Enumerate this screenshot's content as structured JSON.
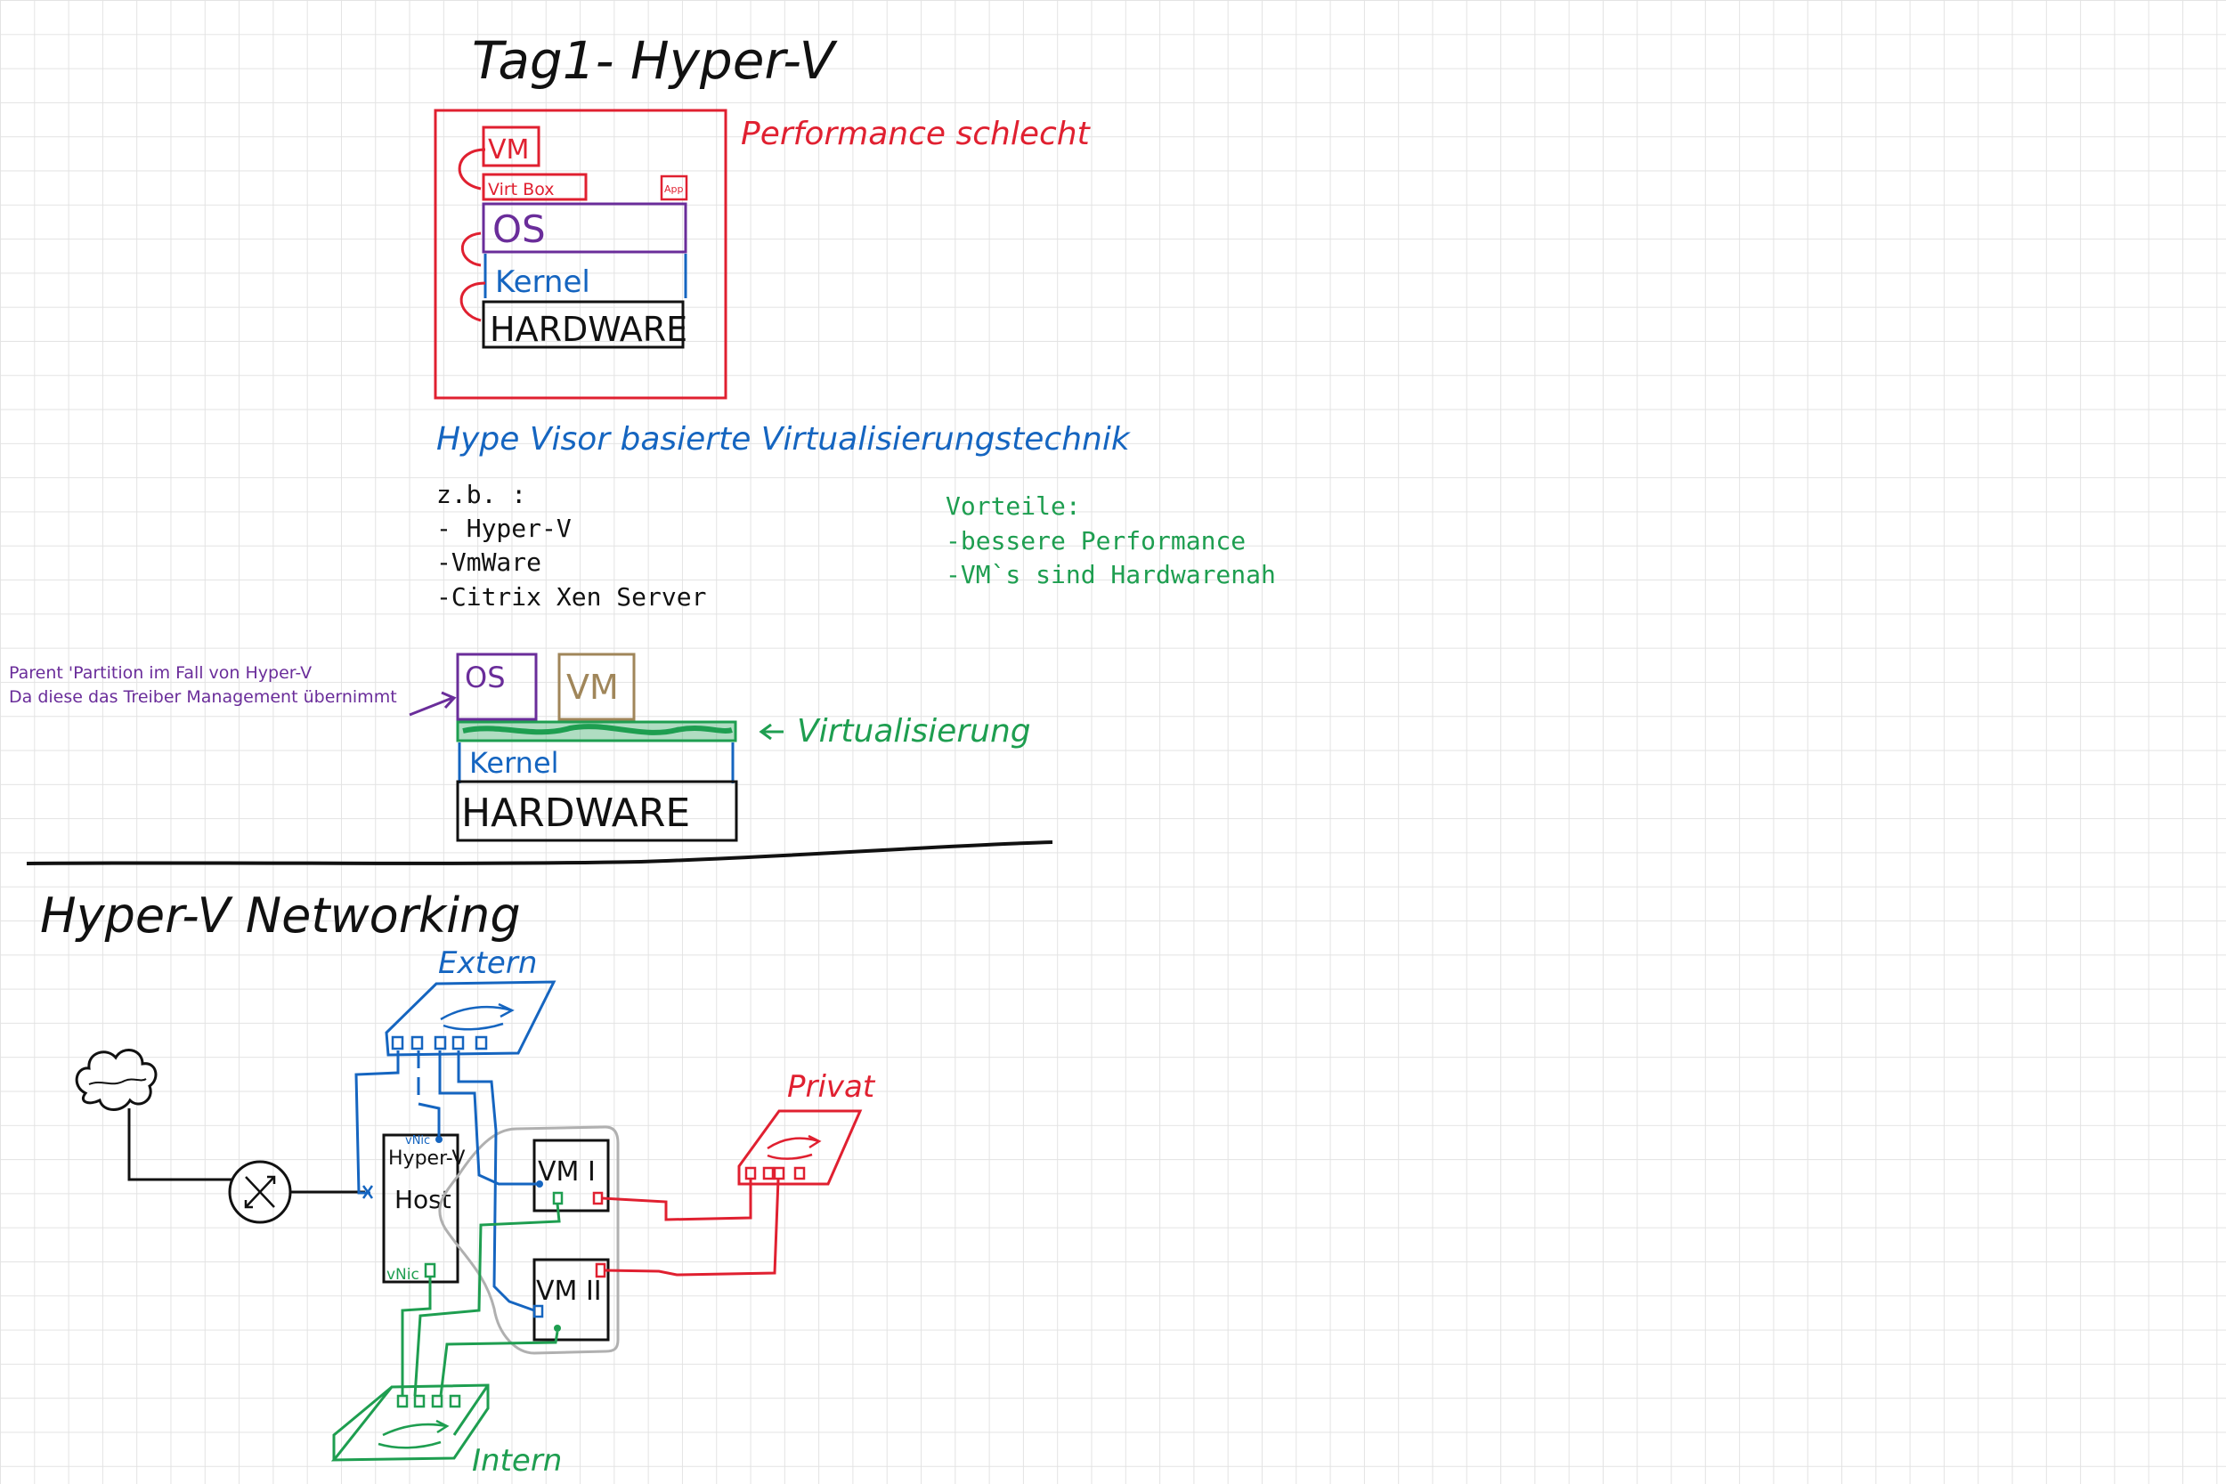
{
  "title": "Tag1- Hyper-V",
  "colors": {
    "red": "#e02030",
    "purple": "#6a2d9a",
    "blue": "#1565c0",
    "green": "#1e9e50",
    "brown": "#a0865a",
    "gray": "#b0b0b0",
    "black": "#111111"
  },
  "hosted_stack": {
    "vm": "VM",
    "virtualbox": "Virt Box",
    "app": "App",
    "os": "OS",
    "kernel": "Kernel",
    "hardware": "HARDWARE",
    "note": "Performance schlecht"
  },
  "hypervisor": {
    "heading": "Hype Visor basierte Virtualisierungstechnik",
    "examples_intro": "z.b. :",
    "examples": [
      "- Hyper-V",
      "-VmWare",
      "-Citrix Xen Server"
    ],
    "advantages_title": "Vorteile:",
    "advantages": [
      "-bessere Performance",
      "-VM`s sind Hardwarenah"
    ],
    "parent_note": [
      "Parent 'Partition im Fall von Hyper-V",
      "Da diese das Treiber Management übernimmt"
    ],
    "os": "OS",
    "vm": "VM",
    "virtualization_label": "Virtualisierung",
    "kernel": "Kernel",
    "hardware": "HARDWARE"
  },
  "networking": {
    "heading": "Hyper-V  Networking",
    "extern": "Extern",
    "privat": "Privat",
    "intern": "Intern",
    "host_label": "Hyper-V",
    "host_sub": "Host",
    "vnic_top": "vNic",
    "vnic_bottom": "vNic",
    "vm1": "VM I",
    "vm2": "VM II"
  }
}
